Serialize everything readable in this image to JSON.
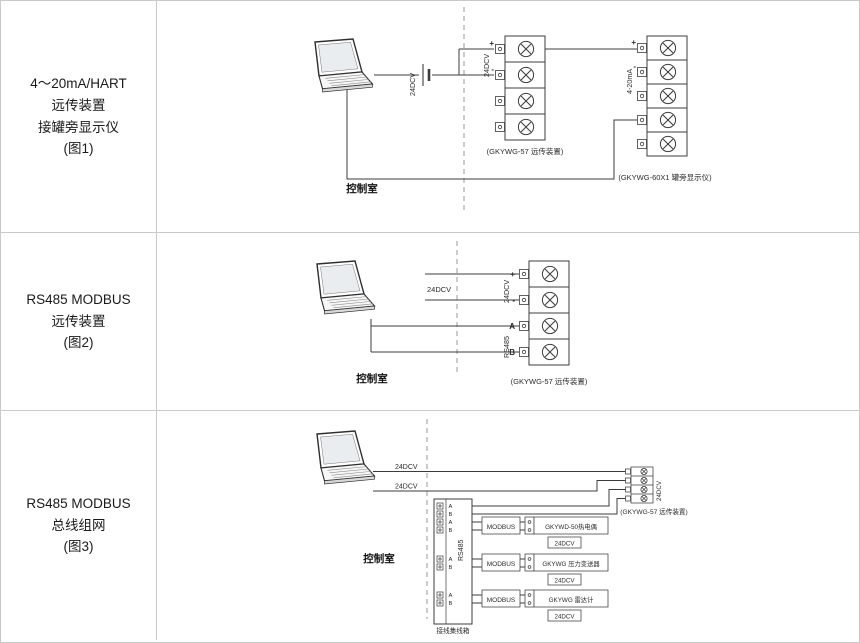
{
  "figure": {
    "rows": [
      {
        "title_lines": [
          "4～20mA/HART",
          "远传装置",
          "接罐旁显示仪",
          "(图1)"
        ],
        "control_room": "控制室",
        "battery_label": "24DCV",
        "transmitter": {
          "power_label": "24DCV",
          "plus": "+",
          "minus": "-",
          "caption": "(GKYWG-57 远传装置)"
        },
        "display": {
          "signal_label": "4-20mA",
          "plus": "+",
          "minus": "-",
          "caption": "(GKYWG-60X1 罐旁显示仪)"
        }
      },
      {
        "title_lines": [
          "RS485 MODBUS",
          "远传装置",
          "(图2)"
        ],
        "control_room": "控制室",
        "wire_label": "24DCV",
        "transmitter": {
          "power_label": "24DCV",
          "bus_label": "RS485",
          "terminals": [
            "+",
            "-",
            "A",
            "B"
          ],
          "caption": "(GKYWG-57 远传装置)"
        }
      },
      {
        "title_lines": [
          "RS485 MODBUS",
          "总线组网",
          "(图3)"
        ],
        "control_room": "控制室",
        "power_label_1": "24DCV",
        "power_label_2": "24DCV",
        "hub": {
          "bus_label": "RS485",
          "caption": "接线集线箱",
          "port_a": "A",
          "port_b": "B"
        },
        "transmitter": {
          "caption": "(GKYWG-57 远传装置)",
          "side_label": "24DCV"
        },
        "modbus": "MODBUS",
        "devices": [
          {
            "name": "GKYWD-50热电偶",
            "power": "24DCV"
          },
          {
            "name": "GKYWG 压力变送器",
            "power": "24DCV"
          },
          {
            "name": "GKYWG 雷达计",
            "power": "24DCV"
          }
        ]
      }
    ]
  }
}
